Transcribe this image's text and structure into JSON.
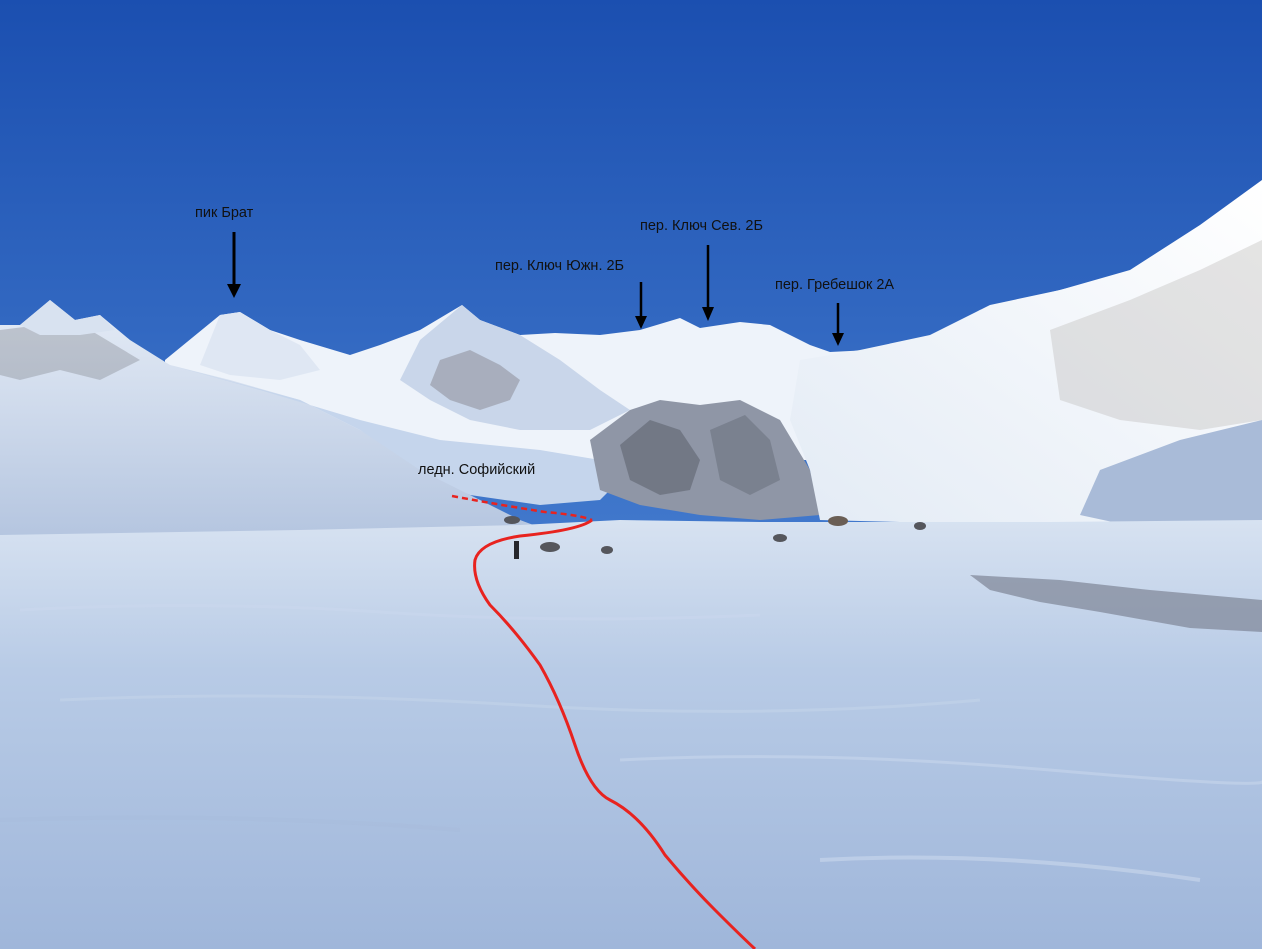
{
  "photo": {
    "labels": {
      "peak_brat": "пик Брат",
      "pass_klyuch_yuzh": "пер. Ключ Южн. 2Б",
      "pass_klyuch_sev": "пер. Ключ Сев. 2Б",
      "pass_grebeshok": "пер. Гребешок 2А",
      "glacier_sofiysky": "ледн. Софийский"
    }
  },
  "colors": {
    "sky_top": "#1d56b8",
    "sky_bottom": "#5b95e0",
    "snow_shadow": "#b7c9e6",
    "snow_sunlit": "#f2f6fb",
    "rock": "#6b6a6e",
    "route": "#e8231f",
    "label_text": "#111111"
  }
}
